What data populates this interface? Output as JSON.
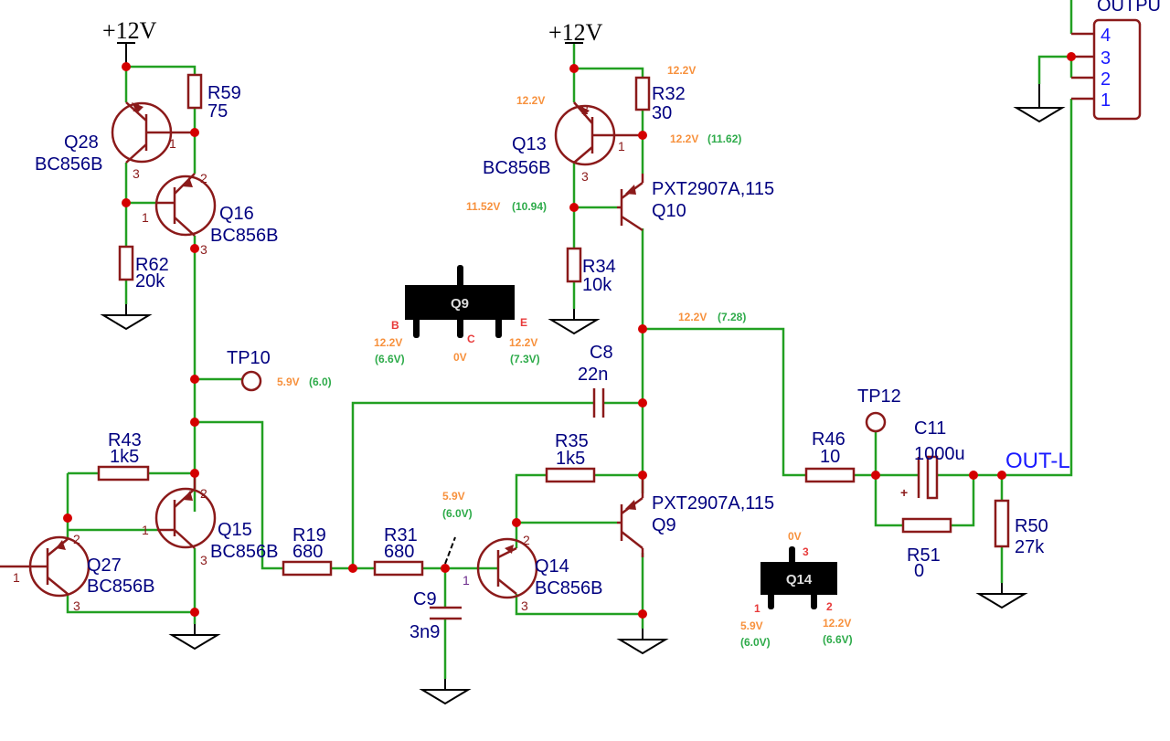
{
  "power": {
    "left": "+12V",
    "mid": "+12V"
  },
  "components": {
    "R59": {
      "ref": "R59",
      "value": "75"
    },
    "R62": {
      "ref": "R62",
      "value": "20k"
    },
    "R43": {
      "ref": "R43",
      "value": "1k5"
    },
    "R19": {
      "ref": "R19",
      "value": "680"
    },
    "R31": {
      "ref": "R31",
      "value": "680"
    },
    "R32": {
      "ref": "R32",
      "value": "30"
    },
    "R34": {
      "ref": "R34",
      "value": "10k"
    },
    "R35": {
      "ref": "R35",
      "value": "1k5"
    },
    "R46": {
      "ref": "R46",
      "value": "10"
    },
    "R50": {
      "ref": "R50",
      "value": "27k"
    },
    "R51": {
      "ref": "R51",
      "value": "0"
    },
    "C8": {
      "ref": "C8",
      "value": "22n"
    },
    "C9": {
      "ref": "C9",
      "value": "3n9"
    },
    "C11": {
      "ref": "C11",
      "value": "1000u",
      "polarity": "+"
    },
    "Q28": {
      "ref": "Q28",
      "value": "BC856B"
    },
    "Q16": {
      "ref": "Q16",
      "value": "BC856B"
    },
    "Q15": {
      "ref": "Q15",
      "value": "BC856B"
    },
    "Q27": {
      "ref": "Q27",
      "value": "BC856B"
    },
    "Q14": {
      "ref": "Q14",
      "value": "BC856B"
    },
    "Q13": {
      "ref": "Q13",
      "value": "BC856B"
    },
    "Q10": {
      "ref": "Q10",
      "value": "PXT2907A,115"
    },
    "Q9": {
      "ref": "Q9",
      "value": "PXT2907A,115"
    },
    "TP10": {
      "ref": "TP10"
    },
    "TP12": {
      "ref": "TP12"
    }
  },
  "pins": {
    "p1": "1",
    "p2": "2",
    "p3": "3"
  },
  "connector": {
    "title": "OUTPU",
    "pins": [
      "4",
      "3",
      "2",
      "1"
    ]
  },
  "net_label": "OUT-L",
  "annotations": {
    "tp10": {
      "v": "5.9V",
      "m": "(6.0)"
    },
    "r32_top": "12.2V",
    "q13_e": "12.2V",
    "q13_b": {
      "v": "12.2V",
      "m": "(11.62)"
    },
    "q10_b": {
      "v": "11.52V",
      "m": "(10.94)"
    },
    "q10_c": {
      "v": "12.2V",
      "m": "(7.28)"
    },
    "q14_b": {
      "v": "5.9V",
      "m": "(6.0V)"
    }
  },
  "package_q9": {
    "name": "Q9",
    "pins": {
      "B": "B",
      "C": "C",
      "E": "E"
    },
    "b": {
      "v": "12.2V",
      "m": "(6.6V)"
    },
    "c": {
      "v": "0V"
    },
    "e": {
      "v": "12.2V",
      "m": "(7.3V)"
    }
  },
  "package_q14": {
    "name": "Q14",
    "pins": {
      "p1": "1",
      "p2": "2",
      "p3": "3"
    },
    "p3": {
      "v": "0V"
    },
    "p1": {
      "v": "5.9V",
      "m": "(6.0V)"
    },
    "p2": {
      "v": "12.2V",
      "m": "(6.6V)"
    }
  },
  "colors": {
    "wire": "#22a022",
    "part": "#8b1a1a",
    "junction": "#d40000",
    "label": "#000080",
    "measured": "#f7913d",
    "simulated": "#2eab4a"
  }
}
